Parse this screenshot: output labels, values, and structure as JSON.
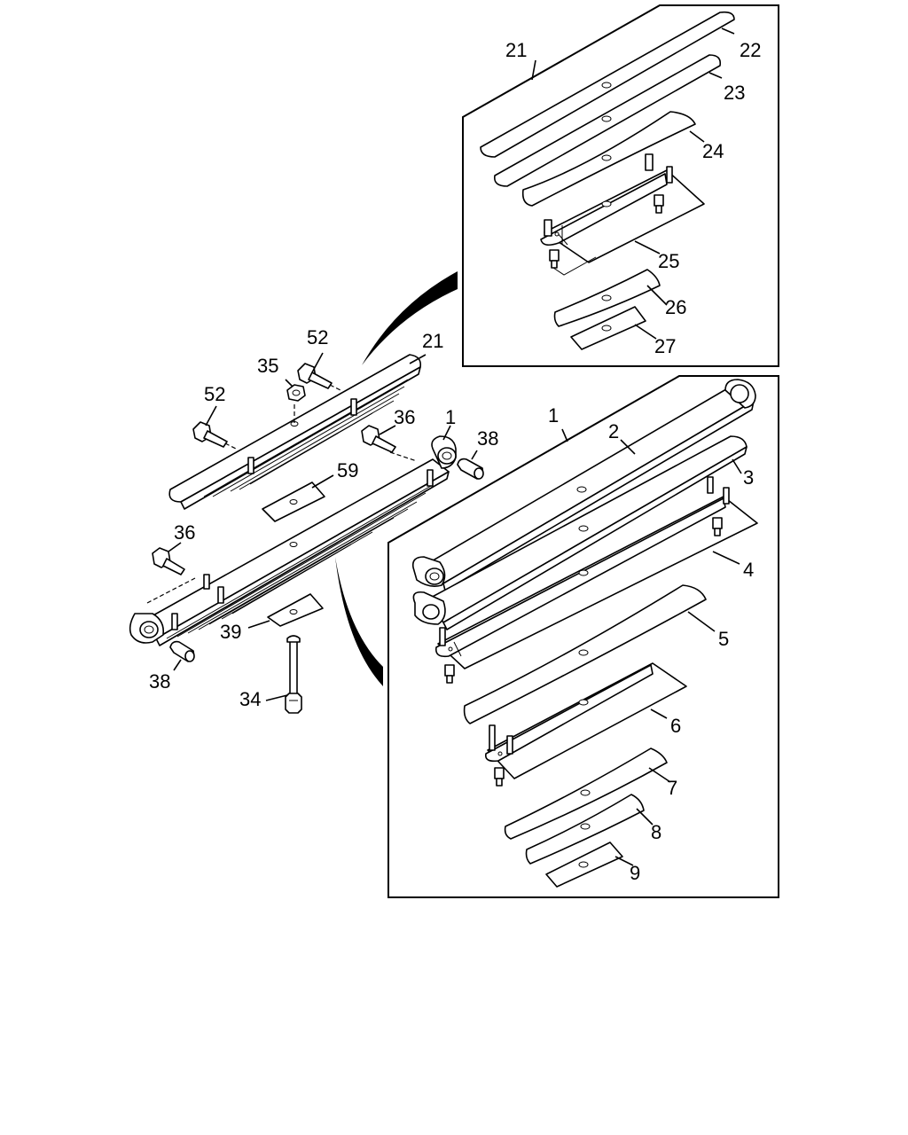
{
  "callouts": {
    "c1a": "1",
    "c1b": "1",
    "c2": "2",
    "c3": "3",
    "c4": "4",
    "c5": "5",
    "c6": "6",
    "c7": "7",
    "c8": "8",
    "c9": "9",
    "c21a": "21",
    "c21b": "21",
    "c22": "22",
    "c23": "23",
    "c24": "24",
    "c25": "25",
    "c26": "26",
    "c27": "27",
    "c34": "34",
    "c35": "35",
    "c36a": "36",
    "c36b": "36",
    "c38a": "38",
    "c38b": "38",
    "c39": "39",
    "c52a": "52",
    "c52b": "52",
    "c59": "59"
  }
}
